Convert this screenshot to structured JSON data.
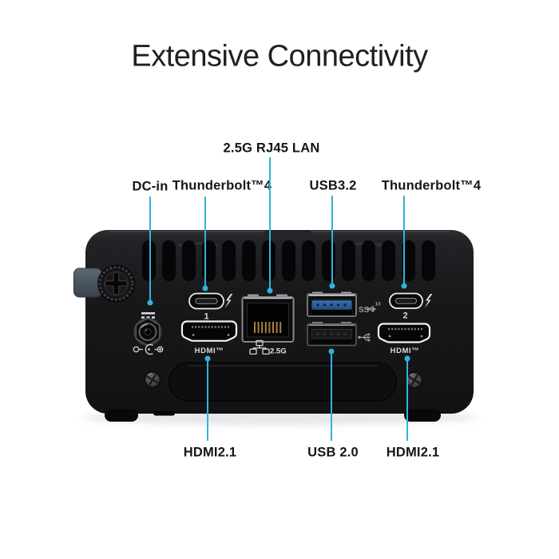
{
  "title": "Extensive Connectivity",
  "colors": {
    "accent": "#31b4dc",
    "label_text": "#151515",
    "device_body": "#17181a",
    "usb3_tongue_blue": "#2e5f9f"
  },
  "callouts": {
    "lan": {
      "label": "2.5G RJ45 LAN"
    },
    "dc_in": {
      "label": "DC-in"
    },
    "thunderbolt_left": {
      "label": "Thunderbolt™4"
    },
    "usb32": {
      "label": "USB3.2"
    },
    "thunderbolt_right": {
      "label": "Thunderbolt™4"
    },
    "hdmi_left": {
      "label": "HDMI2.1"
    },
    "usb20": {
      "label": "USB 2.0"
    },
    "hdmi_right": {
      "label": "HDMI2.1"
    }
  },
  "device": {
    "thunderbolt_port1_number": "1",
    "thunderbolt_port2_number": "2",
    "hdmi_logo": "HDMI™",
    "lan_badge": "2.5G",
    "usb3_badge_text": "SS",
    "usb3_badge_sup": "10"
  }
}
